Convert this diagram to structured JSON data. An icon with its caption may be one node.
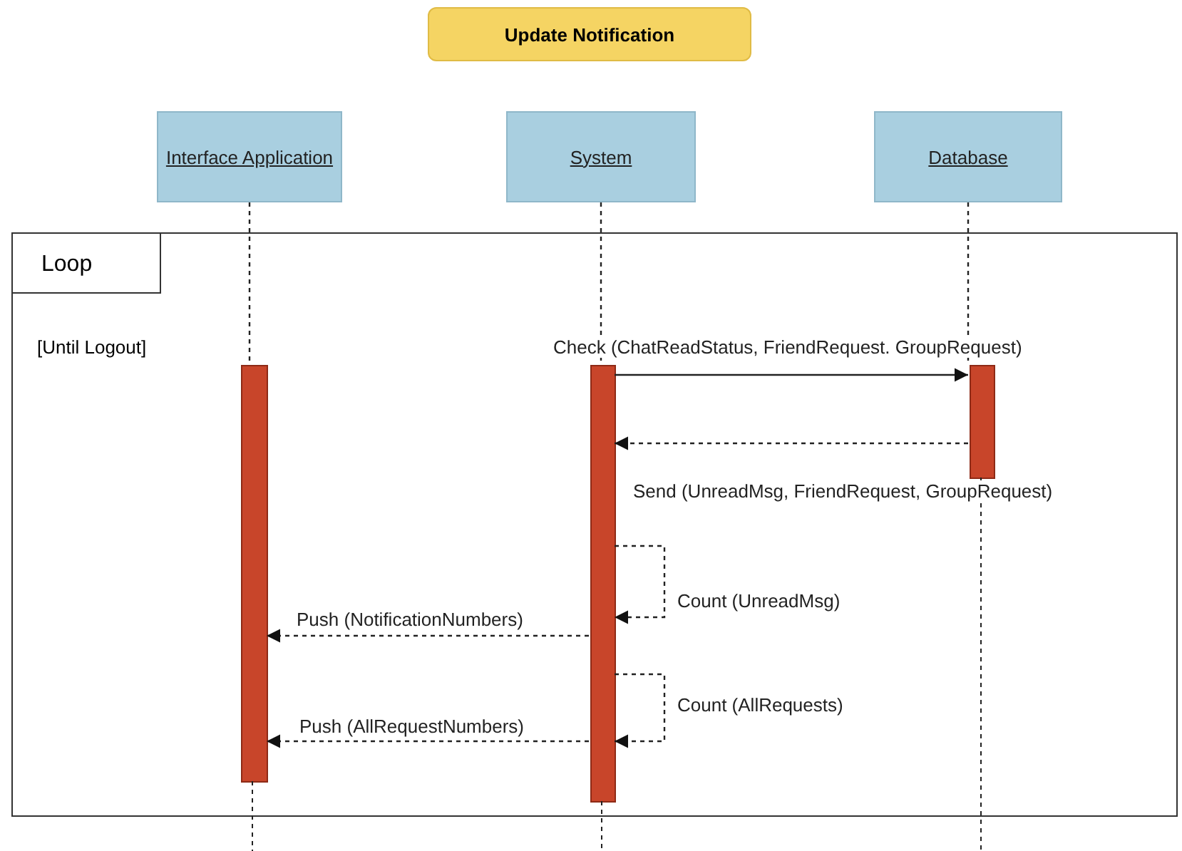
{
  "diagram": {
    "title": "Update Notification",
    "nodes": [
      {
        "text": [
          "Interface Application"
        ]
      },
      {
        "text": [
          "System"
        ]
      },
      {
        "text": [
          "Database"
        ]
      },
      {
        "text": [
          "Loop",
          "[Until Logout]"
        ]
      },
      {
        "text": [],
        "shape": "bar",
        "in": 3
      },
      {
        "text": [],
        "shape": "bar",
        "in": 3
      },
      {
        "text": [],
        "shape": "bar",
        "in": 3
      }
    ],
    "edges": [
      {
        "from": 0,
        "to": 4,
        "arrow": "none",
        "style": "dashed"
      },
      {
        "from": 1,
        "to": 5,
        "arrow": "none",
        "style": "dashed"
      },
      {
        "from": 2,
        "to": 6,
        "arrow": "none",
        "style": "dashed"
      },
      {
        "from": 5,
        "to": 6,
        "arrow": "to",
        "label": "Check (ChatReadStatus, FriendRequest. GroupRequest)"
      },
      {
        "from": 6,
        "to": 5,
        "arrow": "to",
        "style": "dashed",
        "label": "Send (UnreadMsg, FriendRequest, GroupRequest)"
      },
      {
        "from": 5,
        "to": 5,
        "arrow": "to",
        "style": "dashed",
        "label": "Count (UnreadMsg)"
      },
      {
        "from": 5,
        "to": 4,
        "arrow": "to",
        "style": "dashed",
        "label": "Push (NotificationNumbers)"
      },
      {
        "from": 5,
        "to": 5,
        "arrow": "to",
        "style": "dashed",
        "label": "Count (AllRequests)"
      },
      {
        "from": 5,
        "to": 4,
        "arrow": "to",
        "style": "dashed",
        "label": "Push (AllRequestNumbers)"
      }
    ]
  }
}
